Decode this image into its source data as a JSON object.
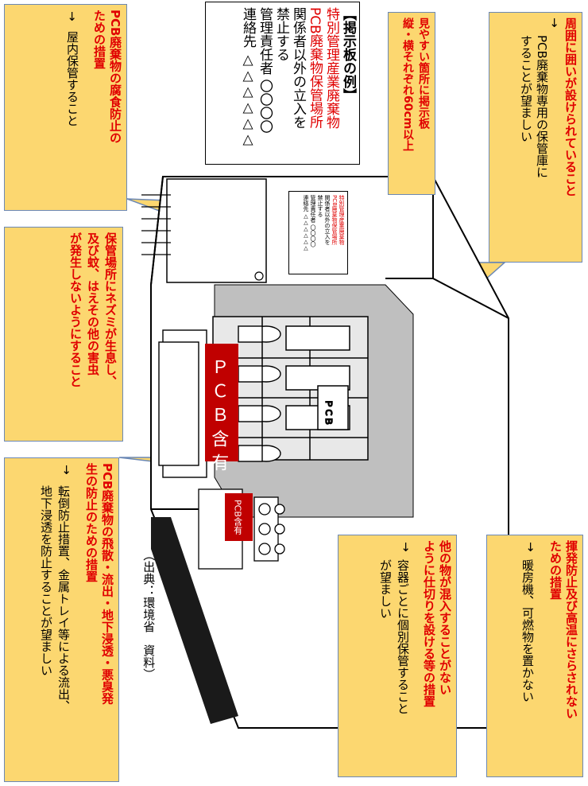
{
  "sign": {
    "header": "【掲示板の例】",
    "line1": "特別管理産業廃棄物",
    "line2": "PCB廃棄物保管場所",
    "line3": "関係者以外の立入を",
    "line4": "禁止する",
    "line5": "管理責任者 〇〇〇〇",
    "line6": "連絡先 △△△△△△"
  },
  "mini_sign": {
    "line1": "特別管理産業廃棄物",
    "line2": "PCB廃棄物保管場所",
    "line3": "関係者以外の立入を",
    "line4": "禁止する",
    "line5": "管理責任者 〇〇〇〇",
    "line6": "連絡先 △△△△△△"
  },
  "callouts": {
    "enclosure": {
      "title1": "周囲に囲いが設けられていること",
      "arrow": "→",
      "body1": "PCB廃棄物専用の保管庫に",
      "body2": "することが望ましい"
    },
    "signboard": {
      "title1": "見やすい箇所に掲示板",
      "title2": "縦・横それぞれ60cm以上"
    },
    "corrosion": {
      "title1": "PCB廃棄物の腐食防止の",
      "title2": "ための措置",
      "arrow": "→",
      "body1": "屋内保管すること"
    },
    "pests": {
      "title1": "保管場所にネズミが生息し、",
      "title2": "及び蚊、はえその他の害虫",
      "title3": "が発生しないようにすること"
    },
    "scatter": {
      "title1": "PCB廃棄物の飛散・流出・地下浸透・悪臭発",
      "title2": "生の防止のための措置",
      "arrow": "→",
      "body1": "転倒防止措置、金属トレイ等による流出、",
      "body2": "地下浸透を防止することが望ましい"
    },
    "partition": {
      "title1": "他の物が混入することがない",
      "title2": "ように仕切りを設ける等の措置",
      "arrow": "→",
      "body1": "容器ごとに個別保管すること",
      "body2": "が望ましい"
    },
    "fire": {
      "title1": "揮発防止及び高温にさらされない",
      "title2": "ための措置",
      "arrow": "→",
      "body1": "暖房機、可燃物を置かない"
    }
  },
  "labels": {
    "pcb_large": "ＰＣＢ含有",
    "pcb_small": "PCB含有",
    "source": "（出典：環境省　資料）"
  },
  "colors": {
    "callout_fill": "#fcd770",
    "callout_border": "#6b88b5",
    "title_red": "#e00000",
    "pcb_box": "#c00000",
    "floor_gray": "#bfbfbf"
  }
}
